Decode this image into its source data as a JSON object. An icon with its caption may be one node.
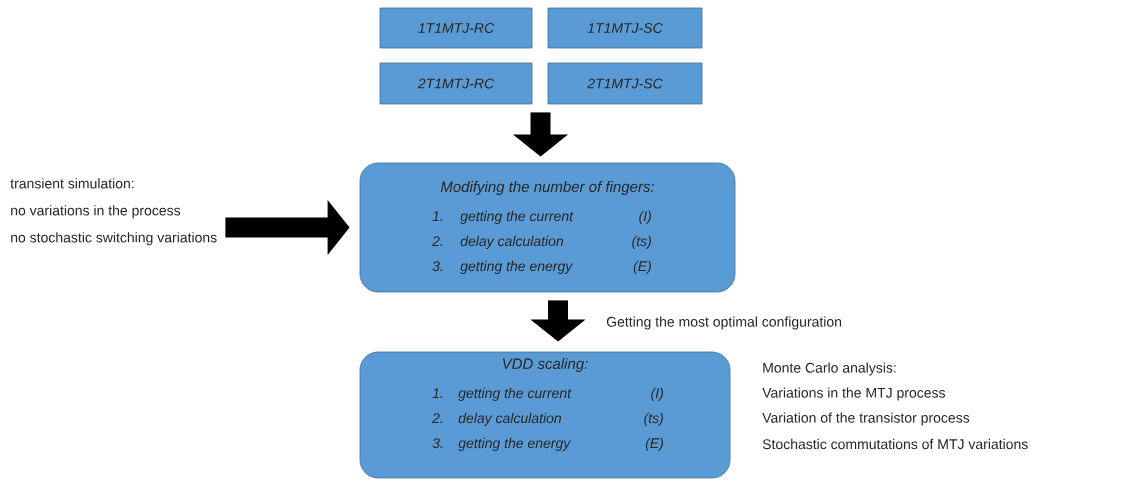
{
  "diagram": {
    "nodes": [
      {
        "text": [
          "1T1MTJ-RC"
        ]
      },
      {
        "text": [
          "1T1MTJ-SC"
        ]
      },
      {
        "text": [
          "2T1MTJ-RC"
        ]
      },
      {
        "text": [
          "2T1MTJ-SC"
        ]
      },
      {
        "text": [
          "Modifying the number of fingers:",
          "1.",
          "getting the current",
          "(I)",
          "2.",
          "delay calculation",
          "(ts)",
          "3.",
          "getting the energy",
          "(E)"
        ]
      },
      {
        "text": [
          "transient simulation:",
          "no variations in the process",
          "no stochastic switching variations"
        ]
      },
      {
        "text": [
          "VDD scaling:",
          "1.",
          "getting the current",
          "(I)",
          "2.",
          "delay calculation",
          "(ts)",
          "3.",
          "getting the energy",
          "(E)"
        ]
      }
    ],
    "edges": [
      {
        "from": 2,
        "to": 4,
        "arrow": "to"
      },
      {
        "from": 3,
        "to": 4,
        "arrow": "to"
      },
      {
        "from": 5,
        "to": 4,
        "arrow": "to"
      },
      {
        "from": 4,
        "to": 6,
        "arrow": "to",
        "label": "Getting the most optimal configuration"
      }
    ],
    "labels": [
      "Monte Carlo analysis:",
      "Variations in the MTJ process",
      "Variation of the transistor process",
      "Stochastic commutations of MTJ variations"
    ]
  }
}
